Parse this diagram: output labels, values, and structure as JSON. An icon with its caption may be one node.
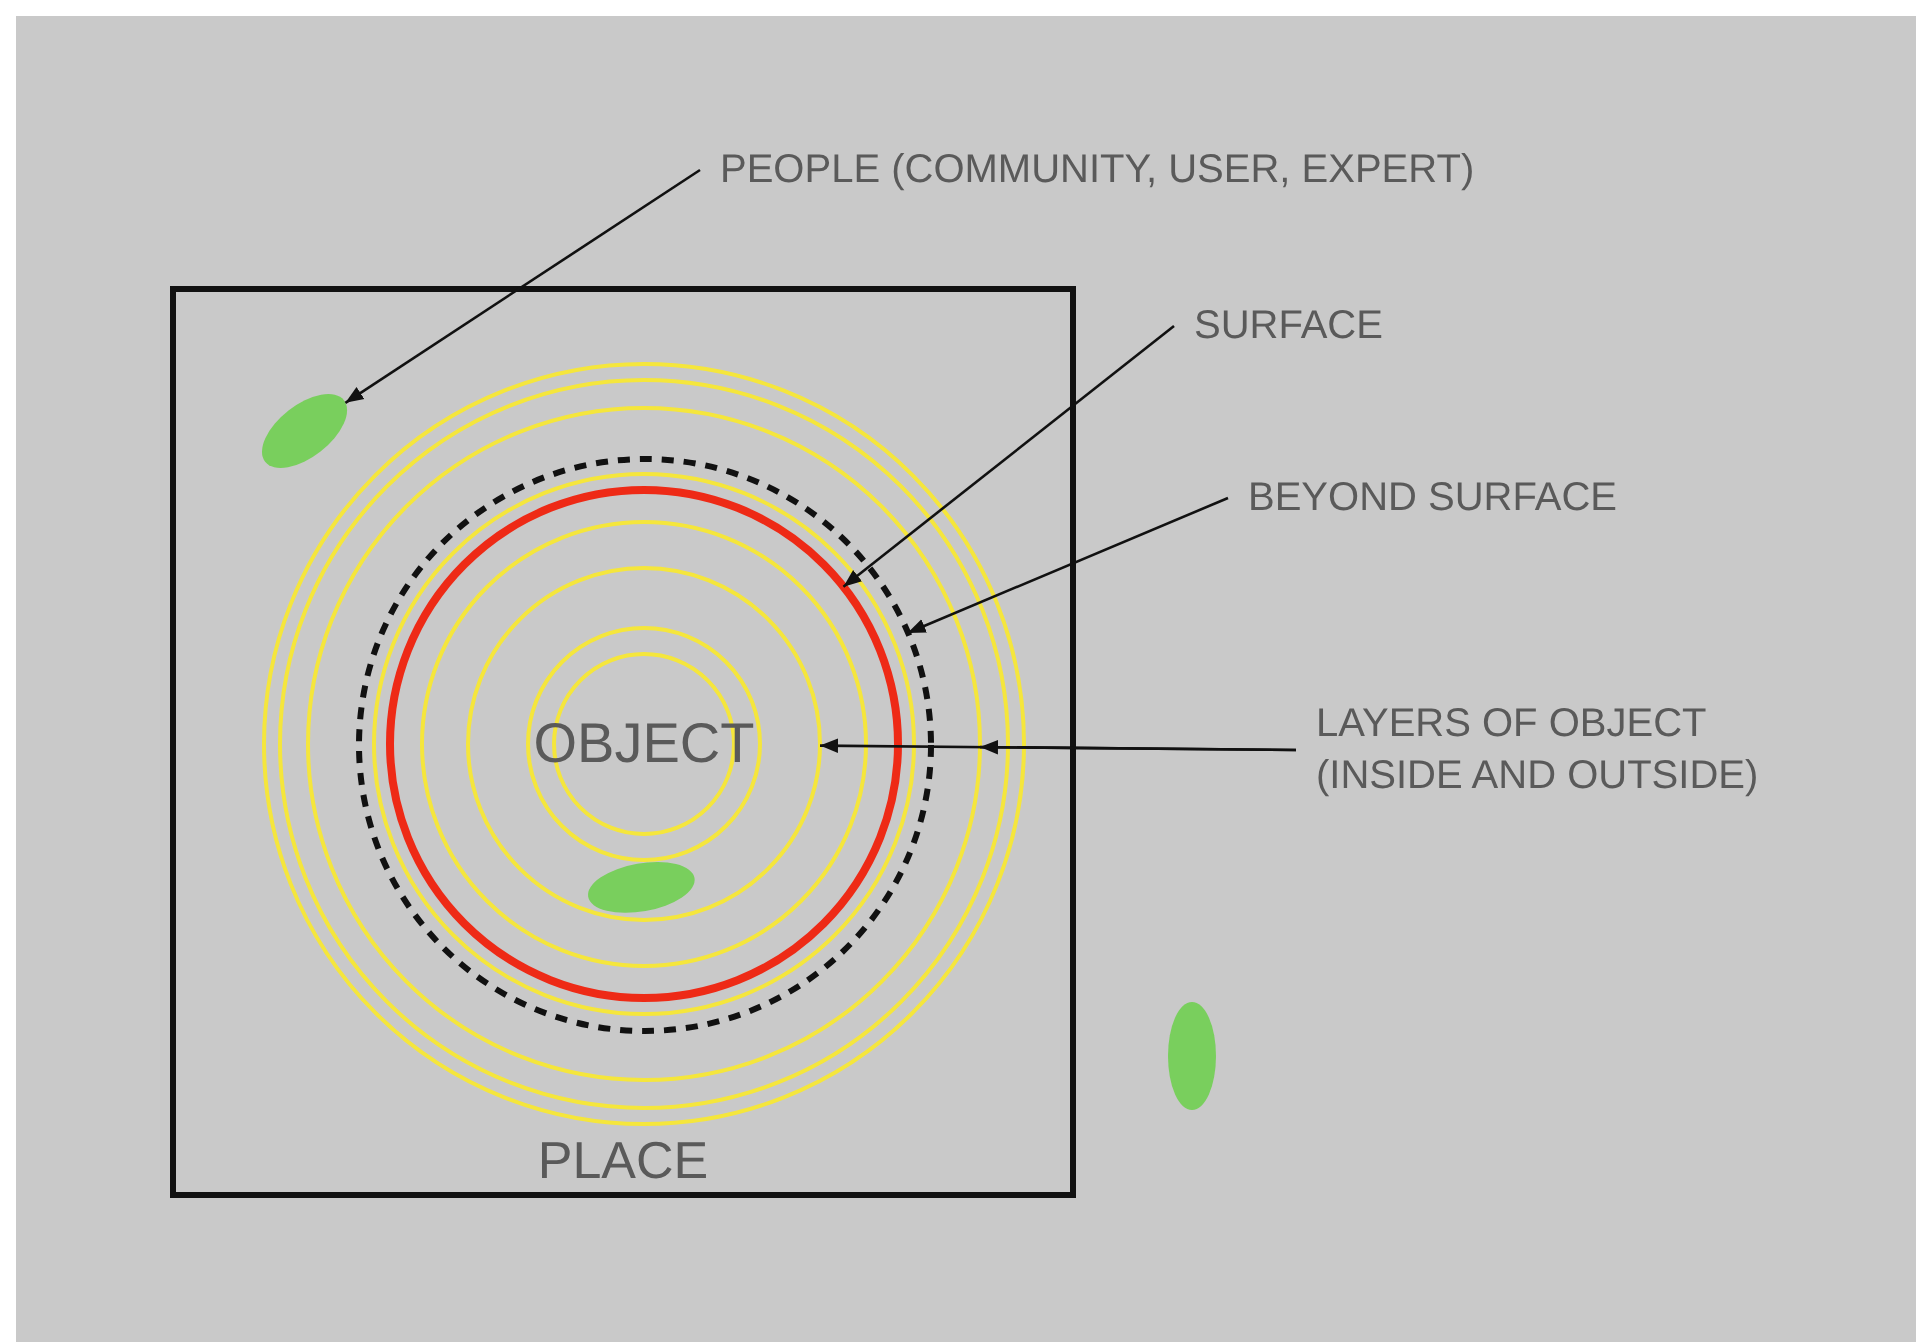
{
  "diagram": {
    "nodes": [
      {
        "text": [
          "PEOPLE (COMMUNITY, USER, EXPERT)"
        ]
      },
      {
        "text": [
          "SURFACE"
        ]
      },
      {
        "text": [
          "BEYOND SURFACE"
        ]
      },
      {
        "text": [
          "LAYERS OF OBJECT (INSIDE AND OUTSIDE)"
        ]
      },
      {
        "text": [
          "PLACE"
        ]
      },
      {
        "text": [],
        "shape": "ellipse",
        "in": 4
      },
      {
        "text": [],
        "shape": "circle",
        "in": 4
      },
      {
        "text": [],
        "shape": "circle",
        "in": 6
      },
      {
        "text": [],
        "shape": "circle",
        "in": 7
      },
      {
        "text": [],
        "shape": "circle",
        "in": 8
      },
      {
        "text": [
          "OBJECT"
        ],
        "in": 9
      },
      {
        "text": [],
        "shape": "ellipse",
        "in": 9
      },
      {
        "text": [],
        "shape": "ellipse"
      }
    ],
    "edges": [
      {
        "from": 0,
        "to": 5,
        "arrow": "to"
      },
      {
        "from": 1,
        "to": 8,
        "arrow": "to"
      },
      {
        "from": 2,
        "to": 7,
        "arrow": "to"
      },
      {
        "from": 3,
        "to": 9,
        "arrow": "to"
      },
      {
        "from": 3,
        "to": 6,
        "arrow": "to"
      }
    ]
  }
}
